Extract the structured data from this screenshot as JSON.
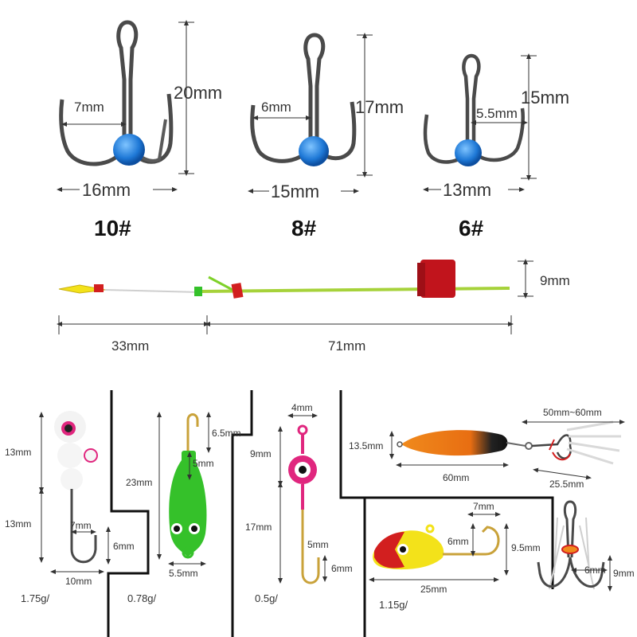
{
  "treble_hooks": [
    {
      "size": "10#",
      "height": "20mm",
      "width": "16mm",
      "gap": "7mm"
    },
    {
      "size": "8#",
      "height": "17mm",
      "width": "15mm",
      "gap": "6mm"
    },
    {
      "size": "6#",
      "height": "15mm",
      "width": "13mm",
      "gap": "5.5mm"
    }
  ],
  "float_rig": {
    "left_length": "33mm",
    "right_length": "71mm",
    "float_height": "9mm"
  },
  "jigs": {
    "jig1": {
      "top": "13mm",
      "bottom": "13mm",
      "gap": "7mm",
      "shank": "6mm",
      "width": "10mm",
      "weight": "1.75g/"
    },
    "jig2": {
      "top": "6.5mm",
      "length": "23mm",
      "mid": "5mm",
      "width": "5.5mm",
      "weight": "0.78g/"
    },
    "jig3": {
      "eye": "4mm",
      "top": "9mm",
      "length": "17mm",
      "gap": "5mm",
      "shank": "6mm",
      "weight": "0.5g/"
    },
    "spoon": {
      "height": "13.5mm",
      "length": "60mm",
      "overall": "50mm~60mm",
      "hook": "25.5mm"
    },
    "jig4": {
      "gap": "7mm",
      "shank": "6mm",
      "height": "9.5mm",
      "length": "25mm",
      "weight": "1.15g/"
    },
    "treble_small": {
      "inner": "6mm",
      "height": "9mm"
    }
  },
  "colors": {
    "hook": "#4a4a4a",
    "blue_bead": "#1e78d6",
    "red": "#d21f1f",
    "green": "#35c12a",
    "pink": "#e0267e",
    "orange": "#f08a1c",
    "yellow": "#f3e21a",
    "gold": "#c9a23a"
  }
}
